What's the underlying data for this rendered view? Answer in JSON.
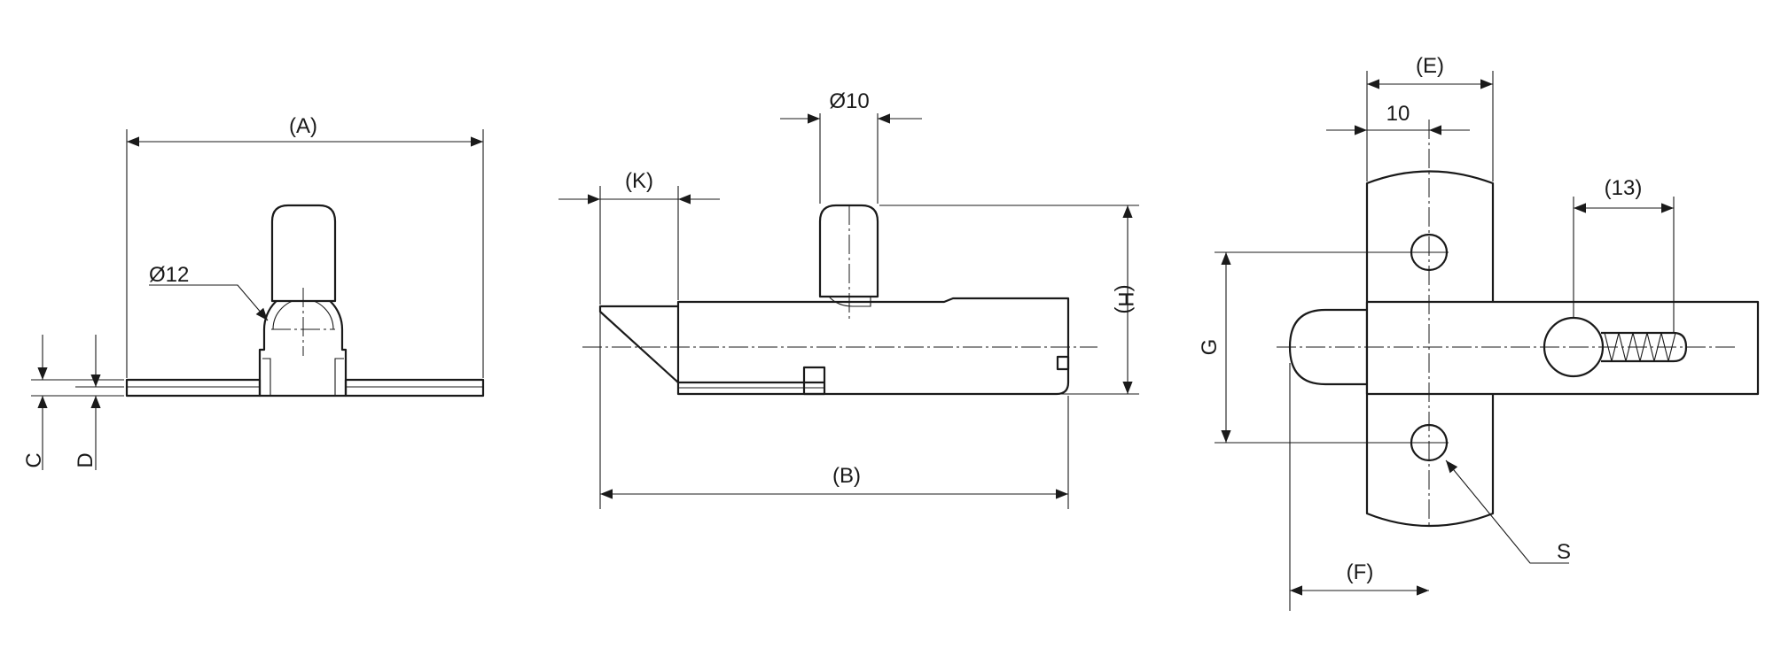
{
  "dimensions": {
    "A": "(A)",
    "dia12": "Ø12",
    "C": "C",
    "D": "D",
    "K": "(K)",
    "dia10": "Ø10",
    "H": "(H)",
    "B": "(B)",
    "E": "(E)",
    "ten": "10",
    "thirteen": "(13)",
    "G": "G",
    "F": "(F)",
    "S": "S"
  },
  "colors": {
    "line": "#1a1a1a",
    "background": "#ffffff"
  }
}
